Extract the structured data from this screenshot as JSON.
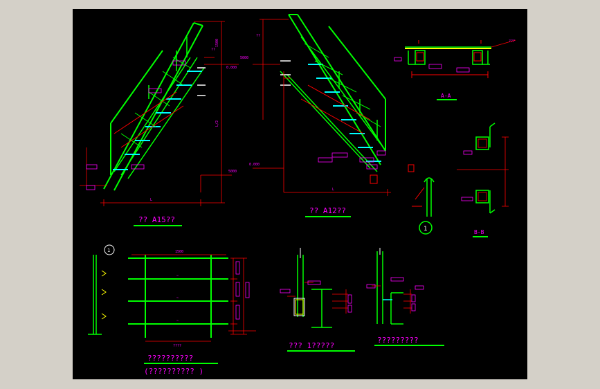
{
  "colors": {
    "background_outer": "#d4d0c8",
    "canvas": "#000000",
    "steel": "#00ff00",
    "dimension": "#ff0000",
    "text": "#ff00ff",
    "cyan": "#00ffff",
    "yellow": "#ffff00",
    "white": "#ffffff",
    "title_underline": "#00ff00"
  },
  "views": {
    "stair_a15": {
      "title": "?? A15??"
    },
    "stair_a12": {
      "title": "?? A12??"
    },
    "section_aa": {
      "title": "A-A"
    },
    "section_bb": {
      "title": "B-B"
    },
    "detail_1": {
      "callout": "1"
    },
    "railing_elevation": {
      "title": "??????????",
      "subtitle": "(?????????? )",
      "callout": "1"
    },
    "detail_left": {
      "title": "??? 1?????"
    },
    "detail_right": {
      "title": "?????????"
    }
  },
  "annotations": {
    "stair_a15": [
      "1500",
      "L/2",
      "??",
      "0.000",
      "5000",
      "L"
    ],
    "stair_a12": [
      "5000",
      "0.000",
      "L",
      "??"
    ],
    "section_aa": [
      "???"
    ],
    "railing": [
      "1500",
      "~",
      "????"
    ]
  }
}
